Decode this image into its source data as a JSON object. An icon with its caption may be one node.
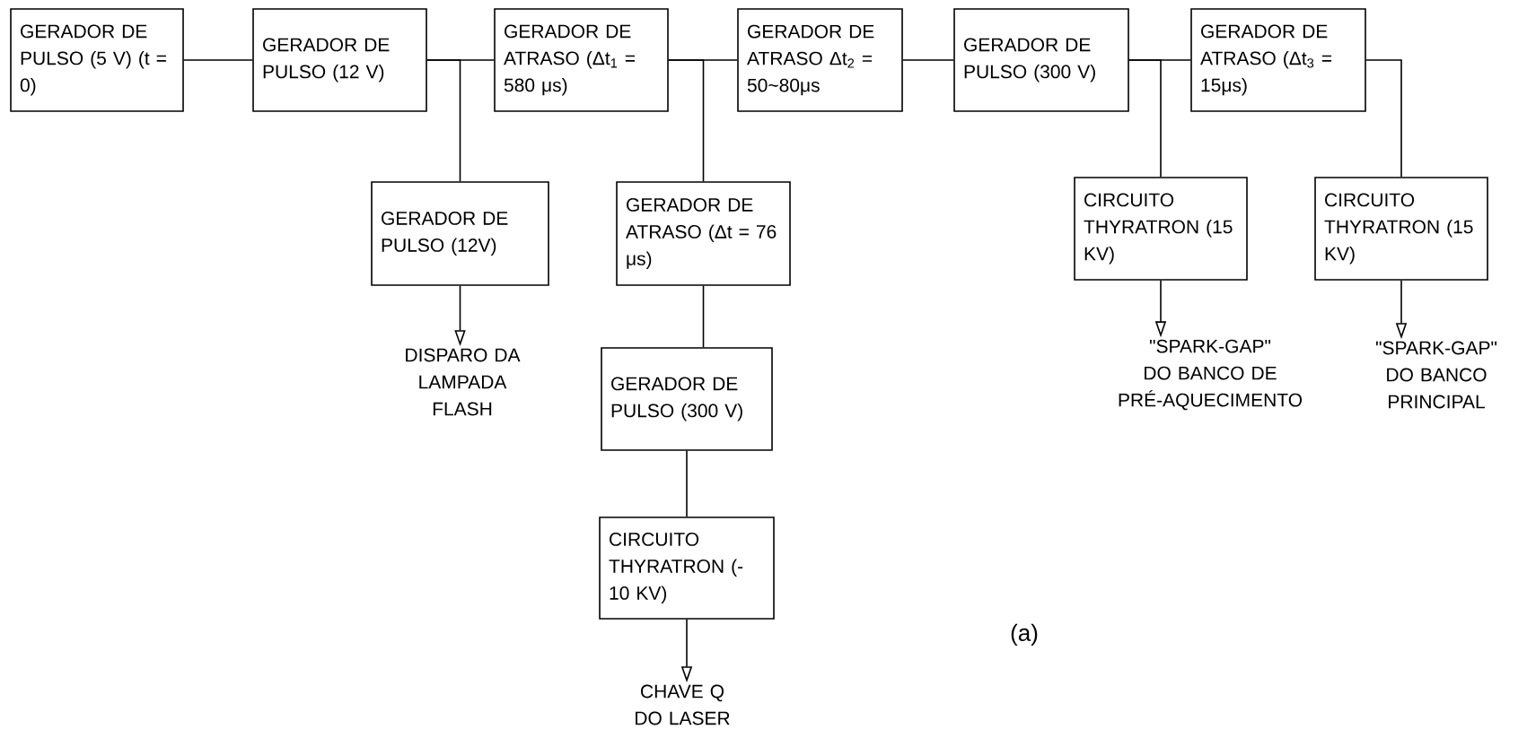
{
  "diagram": {
    "nodes": [
      {
        "text": [
          "GERADOR DE PULSO (5 V) (t = 0)"
        ]
      },
      {
        "text": [
          "GERADOR DE PULSO (12 V)"
        ]
      },
      {
        "text": [
          "GERADOR DE ATRASO (Δt$_{1}$ = 580 μs)"
        ]
      },
      {
        "text": [
          "GERADOR DE ATRASO Δt$_{2}$ = 50~80μs"
        ]
      },
      {
        "text": [
          "GERADOR DE PULSO (300 V)"
        ]
      },
      {
        "text": [
          "GERADOR DE ATRASO (Δt$_{3}$ = 15μs)"
        ]
      },
      {
        "text": [
          "GERADOR DE PULSO (12V)"
        ]
      },
      {
        "text": [
          "GERADOR DE ATRASO (Δt = 76 μs)"
        ]
      },
      {
        "text": [
          "GERADOR DE PULSO (300 V)"
        ]
      },
      {
        "text": [
          "CIRCUITO THYRATRON (-10 KV)"
        ]
      },
      {
        "text": [
          "CIRCUITO THYRATRON (15 KV)"
        ]
      },
      {
        "text": [
          "CIRCUITO THYRATRON (15 KV)"
        ]
      },
      {
        "text": [
          "DISPARO DA LAMPADA FLASH"
        ]
      },
      {
        "text": [
          "CHAVE Q DO LASER"
        ]
      },
      {
        "text": [
          "\"SPARK-GAP\" DO BANCO DE PRÉ-AQUECIMENTO"
        ]
      },
      {
        "text": [
          "\"SPARK-GAP\" DO BANCO PRINCIPAL"
        ]
      }
    ],
    "edges": [
      {
        "from": 0,
        "to": 1,
        "arrow": "none"
      },
      {
        "from": 1,
        "to": 2,
        "arrow": "none"
      },
      {
        "from": 1,
        "to": 6,
        "arrow": "none"
      },
      {
        "from": 2,
        "to": 3,
        "arrow": "none"
      },
      {
        "from": 2,
        "to": 7,
        "arrow": "none"
      },
      {
        "from": 3,
        "to": 4,
        "arrow": "none"
      },
      {
        "from": 4,
        "to": 5,
        "arrow": "none"
      },
      {
        "from": 4,
        "to": 10,
        "arrow": "none"
      },
      {
        "from": 5,
        "to": 11,
        "arrow": "none"
      },
      {
        "from": 6,
        "to": 12,
        "arrow": "to"
      },
      {
        "from": 7,
        "to": 8,
        "arrow": "none"
      },
      {
        "from": 8,
        "to": 9,
        "arrow": "none"
      },
      {
        "from": 9,
        "to": 13,
        "arrow": "to"
      },
      {
        "from": 10,
        "to": 14,
        "arrow": "to"
      },
      {
        "from": 11,
        "to": 15,
        "arrow": "to"
      }
    ],
    "labels": [
      "(a)"
    ]
  }
}
